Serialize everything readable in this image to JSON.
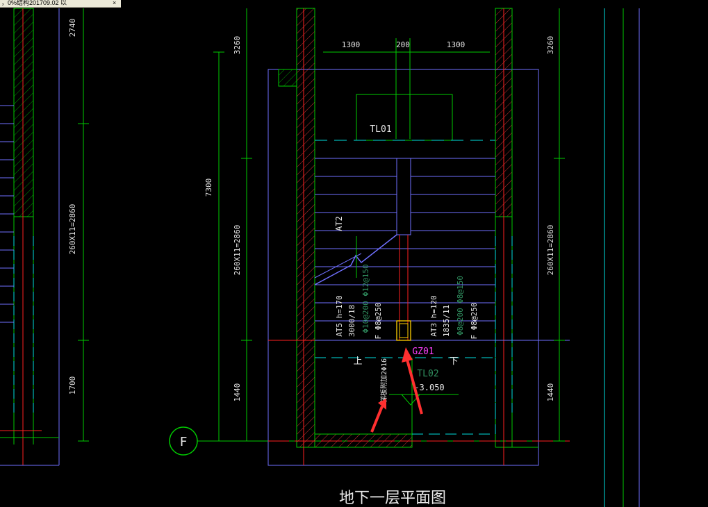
{
  "window": {
    "tab_title": "，0%结构201709.02 以",
    "tab_close": "×"
  },
  "drawing": {
    "title": "地下一层平面图",
    "grid_bubble": "F",
    "dims": {
      "top_left": "2740",
      "top_mid": "3260",
      "top_right": "3260",
      "span_total": "7300",
      "stair_left": "260X11=2860",
      "stair_mid": "260X11=2860",
      "stair_right": "260X11=2860",
      "bot_left": "1700",
      "bot_mid": "1440",
      "bot_right": "1440",
      "w1": "1300",
      "w2": "200",
      "w3": "1300"
    },
    "labels": {
      "tl01": "TL01",
      "tl02": "TL02",
      "at2": "AT2",
      "gz01": "GZ01",
      "elev": "-3.050",
      "up": "上",
      "down": "下",
      "at5_a": "AT5  h=170",
      "at5_b": "3000/18",
      "at5_c": "Φ10@200 Φ12@150",
      "at5_d": "F Φ8@250",
      "at3_a": "AT3  h=120",
      "at3_b": "1835/11",
      "at3_c": "Φ8@200 Φ8@150",
      "at3_d": "F Φ8@250",
      "rebar": "梯板附加2Φ16"
    },
    "colors": {
      "wall": "#00cc00",
      "grid": "#ff2020",
      "cyan": "#00e0e0",
      "blue": "#7070ff",
      "magenta": "#ff40ff",
      "yellow": "#ffd000",
      "arrow": "#ff3030"
    }
  }
}
